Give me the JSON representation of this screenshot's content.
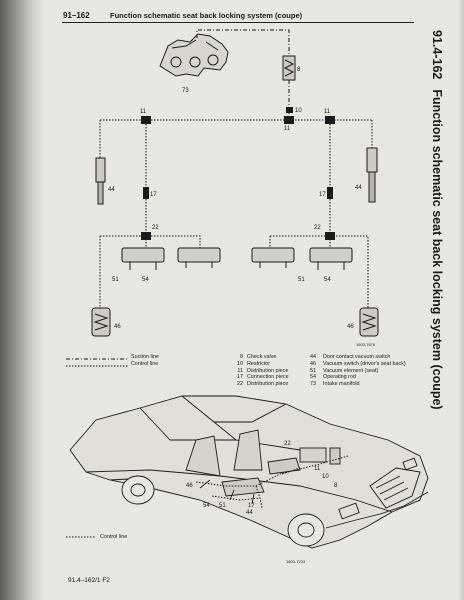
{
  "header": {
    "page_number": "91–162",
    "title": "Function schematic seat back locking system (coupe)"
  },
  "side_title": {
    "number": "91.4-162",
    "text": "Function schematic seat back locking system (coupe)"
  },
  "diagram_top": {
    "figure_code": "1603-7676",
    "callouts": {
      "c8": "8",
      "c10": "10",
      "c11a": "11",
      "c11b": "11",
      "c11c": "11",
      "c17a": "17",
      "c17b": "17",
      "c22a": "22",
      "c22b": "22",
      "c44a": "44",
      "c44b": "44",
      "c46a": "46",
      "c46b": "46",
      "c51a": "51",
      "c51b": "51",
      "c54a": "54",
      "c54b": "54",
      "c73": "73"
    }
  },
  "line_legend": [
    {
      "label": "Suction line"
    },
    {
      "label": "Control line"
    }
  ],
  "parts_legend_left": [
    {
      "num": "8",
      "desc": "Check valve"
    },
    {
      "num": "10",
      "desc": "Restrictor"
    },
    {
      "num": "11",
      "desc": "Distribution piece"
    },
    {
      "num": "17",
      "desc": "Connection piece"
    },
    {
      "num": "22",
      "desc": "Distribution piece"
    }
  ],
  "parts_legend_right": [
    {
      "num": "44",
      "desc": "Door contact vacuum switch"
    },
    {
      "num": "46",
      "desc": "Vacuum switch (driver's seat back)"
    },
    {
      "num": "51",
      "desc": "Vacuum element (seat)"
    },
    {
      "num": "54",
      "desc": "Operating rod"
    },
    {
      "num": "73",
      "desc": "Intake manifold"
    }
  ],
  "diagram_car": {
    "figure_code": "1603-7703",
    "control_line_label": "Control line",
    "callouts": {
      "c22": "22",
      "c46": "46",
      "c54": "54",
      "c51": "51",
      "c17": "17",
      "c44": "44",
      "c11": "11",
      "c10": "10",
      "c8": "8"
    }
  },
  "footer": {
    "code": "91.4–162/1   F2"
  }
}
